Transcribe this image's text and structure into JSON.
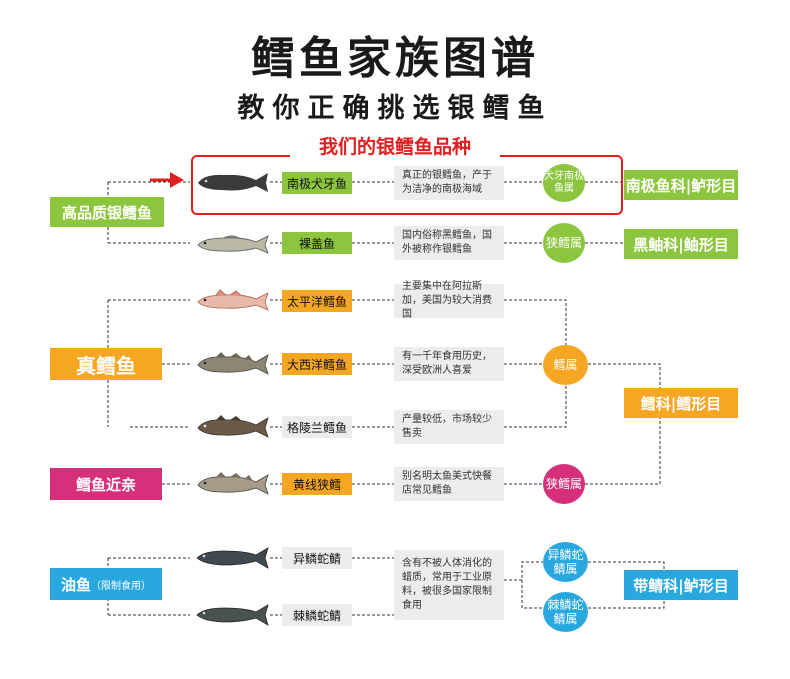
{
  "header": {
    "title": "鳕鱼家族图谱",
    "subtitle": "教你正确挑选银鳕鱼",
    "highlight_label": "我们的银鳕鱼品种"
  },
  "colors": {
    "green": "#8cc63f",
    "orange": "#f5a623",
    "magenta": "#d6307a",
    "blue": "#29a8e0",
    "red": "#e02020",
    "gray": "#ececec"
  },
  "groups": {
    "high_quality": "高品质银鳕鱼",
    "true_cod": "真鳕鱼",
    "relatives": "鳕鱼近亲",
    "oilfish": "油鱼",
    "oilfish_note": "（限制食用）"
  },
  "fish": [
    {
      "name": "南极犬牙鱼",
      "desc": "真正的银鳕鱼，产于为洁净的南极海域"
    },
    {
      "name": "裸盖鱼",
      "desc": "国内俗称黑鳕鱼，国外被称作银鳕鱼"
    },
    {
      "name": "太平洋鳕鱼",
      "desc": "主要集中在阿拉斯加，美国为较大消费国"
    },
    {
      "name": "大西洋鳕鱼",
      "desc": "有一千年食用历史，深受欧洲人喜爱"
    },
    {
      "name": "格陵兰鳕鱼",
      "desc": "产量较低，市场较少售卖"
    },
    {
      "name": "黄线狭鳕",
      "desc": "别名明太鱼美式快餐店常见鳕鱼"
    },
    {
      "name": "异鳞蛇鲭",
      "desc": ""
    },
    {
      "name": "棘鳞蛇鲭",
      "desc": ""
    }
  ],
  "oilfish_desc": "含有不被人体消化的蜡质，常用于工业原料，被很多国家限制食用",
  "genus": {
    "dissostichus": "犬牙南极鱼属",
    "anoplopoma": "狭鳕属",
    "gadus": "鳕属",
    "theragra": "狭鳕属",
    "lepidocybium": "异鳞蛇鲭属",
    "ruvettus": "棘鳞蛇鲭属"
  },
  "families": {
    "nototheniidae": "南极鱼科|鲈形目",
    "anoplopomatidae": "黑鲉科|鲉形目",
    "gadidae": "鳕科|鳕形目",
    "gempylidae": "带鲭科|鲈形目"
  }
}
